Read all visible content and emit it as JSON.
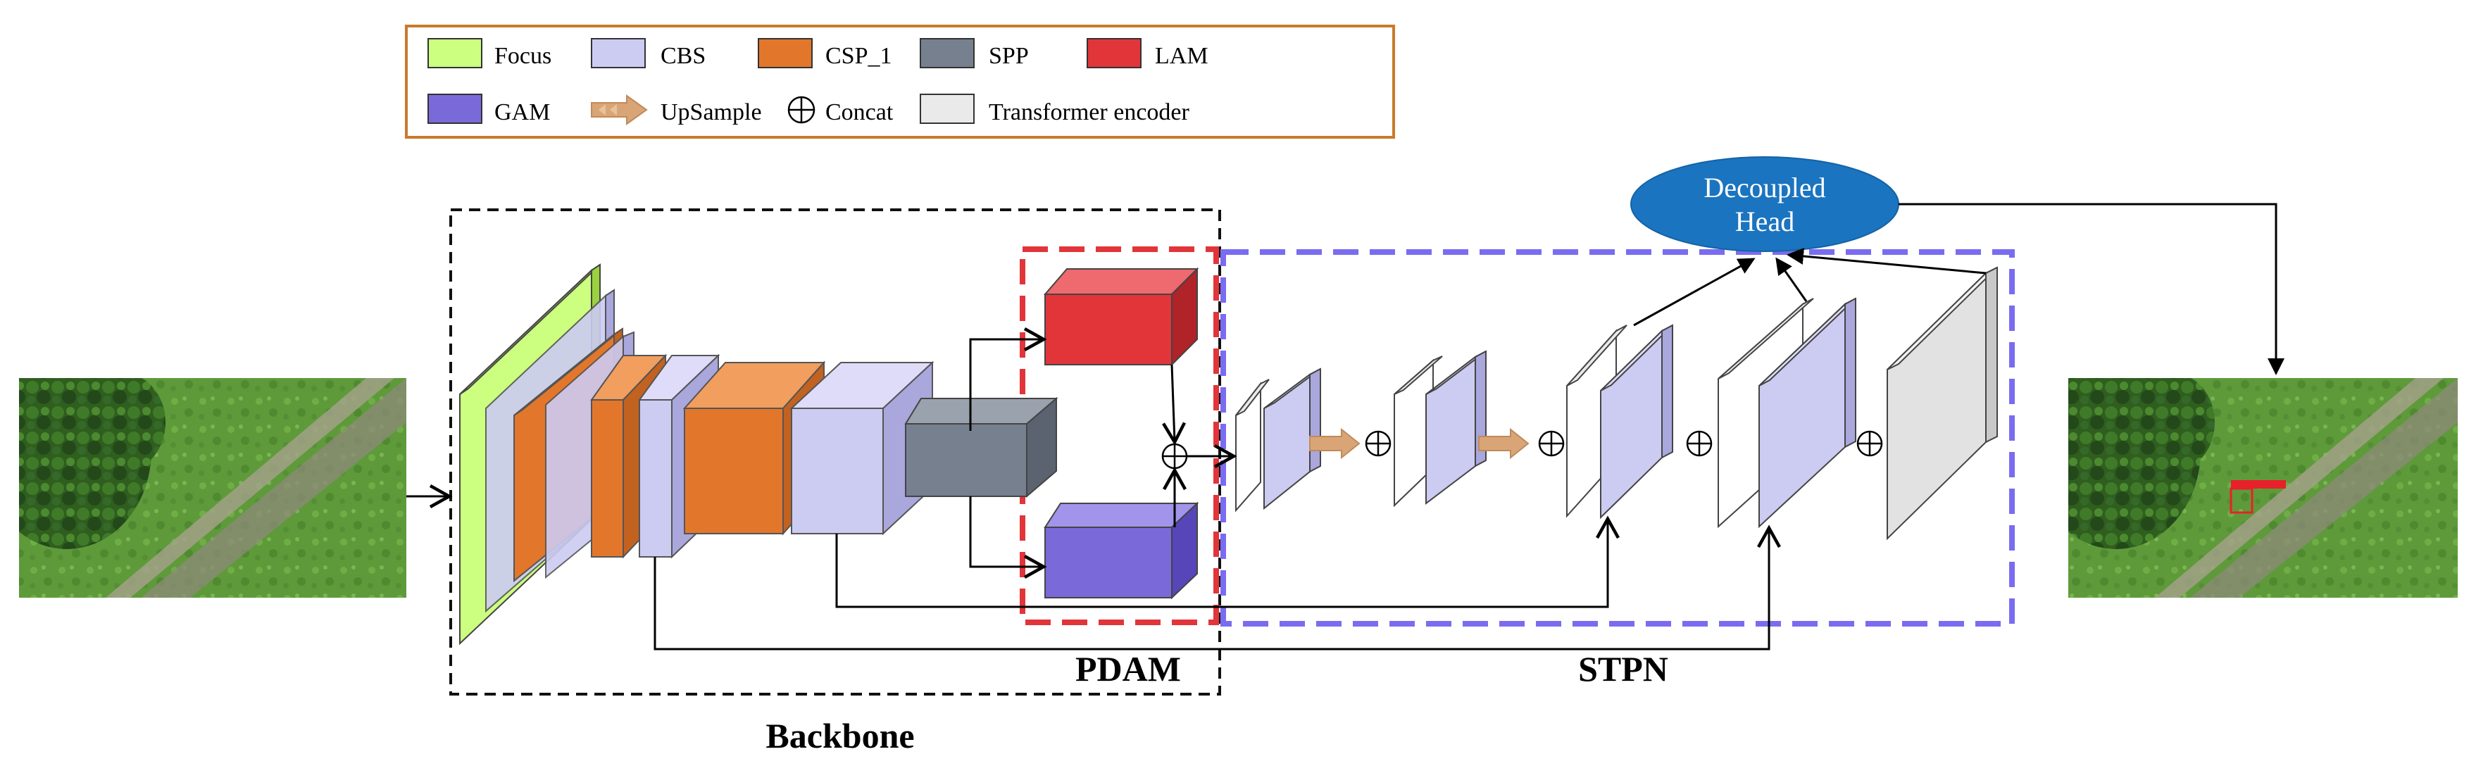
{
  "legend": {
    "items": [
      {
        "label": "Focus",
        "color": "#ccff80",
        "kind": "swatch"
      },
      {
        "label": "CBS",
        "color": "#cccbf2",
        "kind": "swatch"
      },
      {
        "label": "CSP_1",
        "color": "#e2772b",
        "kind": "swatch"
      },
      {
        "label": "SPP",
        "color": "#77808f",
        "kind": "swatch"
      },
      {
        "label": "LAM",
        "color": "#e1353a",
        "kind": "swatch"
      },
      {
        "label": "GAM",
        "color": "#7a6ad9",
        "kind": "swatch"
      },
      {
        "label": "UpSample",
        "color": "#d9a577",
        "kind": "upsample-arrow-icon"
      },
      {
        "label": "Concat",
        "color": "#000000",
        "kind": "concat-icon"
      },
      {
        "label": "Transformer encoder",
        "color": "#eaeaea",
        "kind": "swatch"
      }
    ],
    "border_color": "#c97a2c"
  },
  "head": {
    "line1": "Decoupled",
    "line2": "Head",
    "color": "#1b74c0"
  },
  "regions": {
    "backbone": "Backbone",
    "pdam": "PDAM",
    "stpn": "STPN",
    "pdam_color": "#e1353a",
    "stpn_color": "#7a6cf0"
  },
  "images": {
    "input": "input aerial image",
    "output": "output aerial image with detection"
  }
}
